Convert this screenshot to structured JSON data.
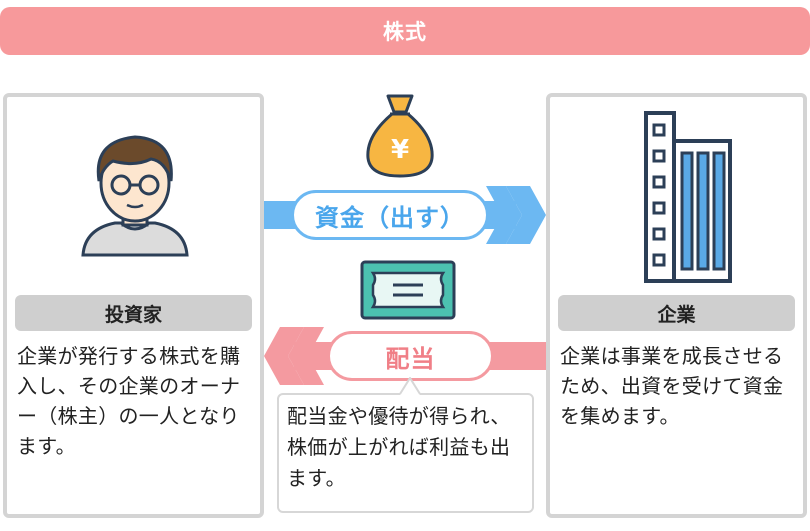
{
  "title": "株式",
  "investor": {
    "label": "投資家",
    "description": "企業が発行する株式を購入し、その企業のオーナー（株主）の一人となります。"
  },
  "company": {
    "label": "企業",
    "description": "企業は事業を成長させるため、出資を受けて資金を集めます。"
  },
  "flow_funds": {
    "label": "資金（出す）",
    "direction": "investor-to-company",
    "color": "#6cb8f2",
    "icon_symbol": "¥"
  },
  "flow_dividend": {
    "label": "配当",
    "direction": "company-to-investor",
    "color": "#f49aa0",
    "note": "配当金や優待が得られ、株価が上がれば利益も出ます。"
  },
  "colors": {
    "title_bar": "#f7999b",
    "card_border": "#d4d4d4",
    "label_bg": "#cfcfcf",
    "money_bag": "#f7b642",
    "ticket": "#4cc1b0",
    "building": "#2c3f57",
    "building_accent": "#5aa9e6"
  },
  "icons": {
    "investor": "person-with-glasses-icon",
    "money": "money-bag-yen-icon",
    "certificate": "stock-certificate-icon",
    "company": "office-building-icon"
  }
}
